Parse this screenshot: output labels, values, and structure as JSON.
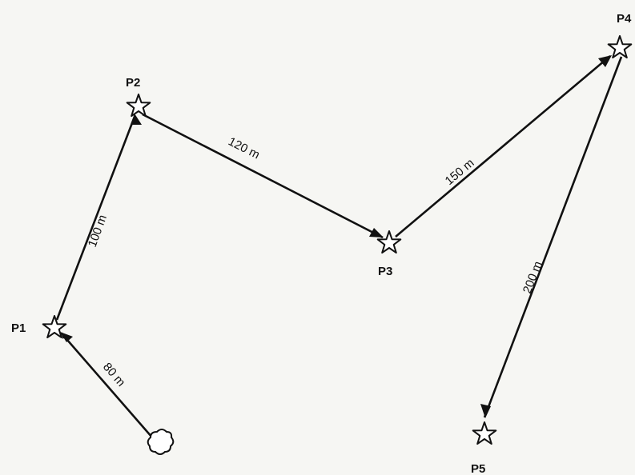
{
  "points": {
    "p1": "P1",
    "p2": "P2",
    "p3": "P3",
    "p4": "P4",
    "p5": "P5"
  },
  "legs": {
    "start_p1": "80 m",
    "p1_p2": "100 m",
    "p2_p3": "120 m",
    "p3_p4": "150 m",
    "p4_p5": "200 m"
  }
}
